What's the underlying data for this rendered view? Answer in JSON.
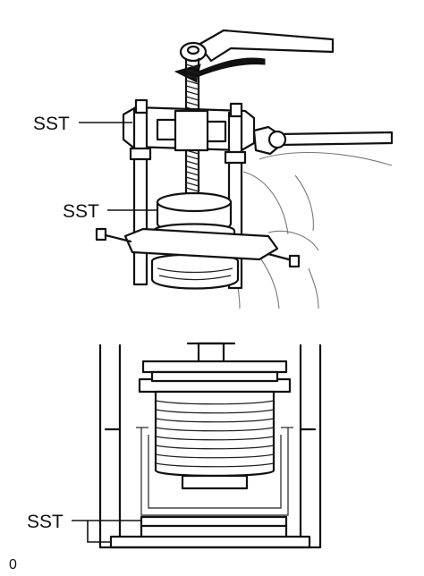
{
  "labels": {
    "sst_puller_frame": "SST",
    "sst_spacer_plate": "SST",
    "sst_base_plate": "SST",
    "figure_number": "0"
  }
}
